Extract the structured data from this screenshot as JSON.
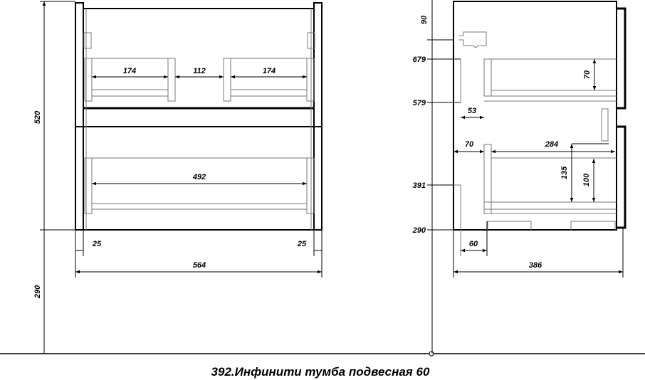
{
  "title": "392.Инфинити тумба подвесная 60",
  "front_view": {
    "height_total": "520",
    "mount_height": "290",
    "upper_left": "174",
    "upper_middle": "112",
    "upper_right": "174",
    "lower_width": "492",
    "side_left": "25",
    "side_right": "25",
    "width": "564"
  },
  "side_view": {
    "top_offset": "90",
    "level_679": "679",
    "level_579": "579",
    "level_391": "391",
    "level_290": "290",
    "upper_offset": "53",
    "upper_depth": "70",
    "lower_offset": "70",
    "lower_depth": "284",
    "lower_height_outer": "135",
    "lower_height_inner": "100",
    "bottom_offset": "60",
    "depth": "386"
  }
}
